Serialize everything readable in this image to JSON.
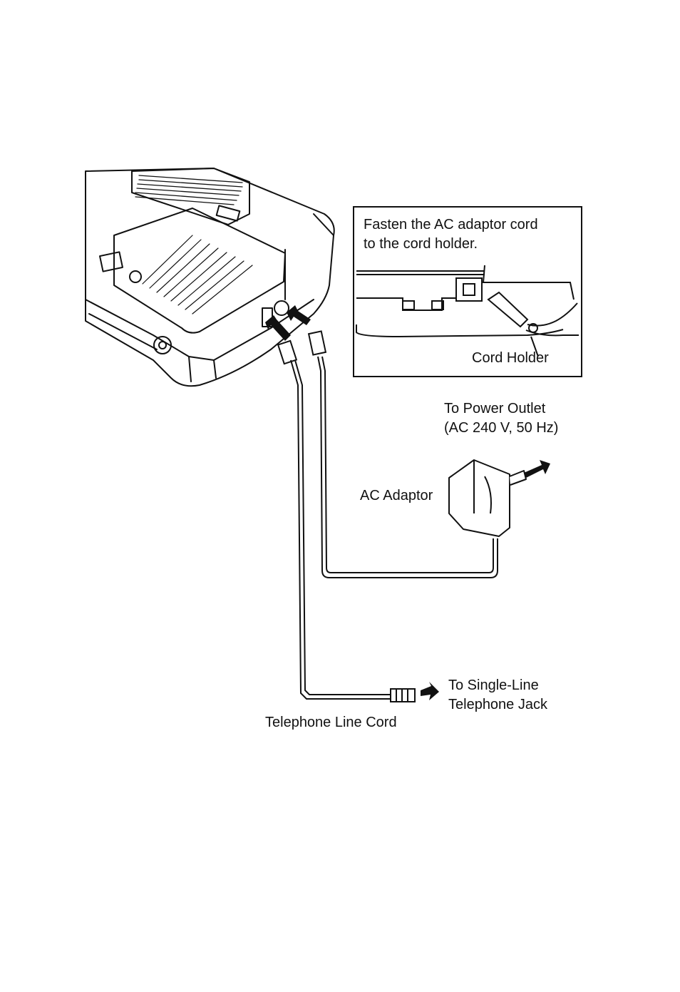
{
  "inset": {
    "instruction_line1": "Fasten the AC adaptor cord",
    "instruction_line2": "to the cord holder.",
    "cord_holder_label": "Cord Holder"
  },
  "labels": {
    "power_outlet_line1": "To Power Outlet",
    "power_outlet_line2": "(AC 240 V, 50 Hz)",
    "ac_adaptor": "AC Adaptor",
    "jack_line1": "To Single-Line",
    "jack_line2": "Telephone Jack",
    "telephone_line_cord": "Telephone Line Cord"
  }
}
